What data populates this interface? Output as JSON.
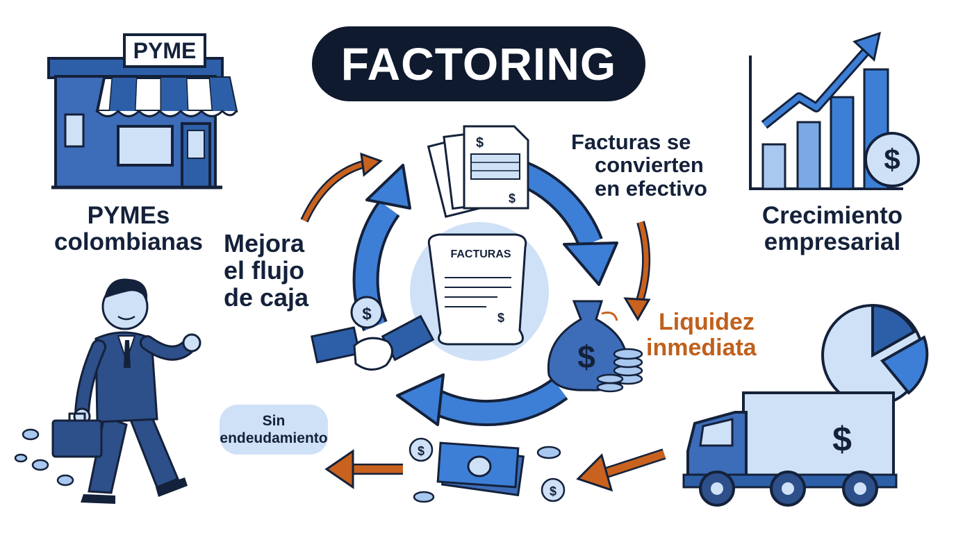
{
  "title": "FACTORING",
  "shop_sign": "PYME",
  "labels": {
    "pymes_line1": "PYMEs",
    "pymes_line2": "colombianas",
    "mejora_line1": "Mejora",
    "mejora_line2": "el flujo",
    "mejora_line3": "de caja",
    "facturas_line1": "Facturas se",
    "facturas_line2": "convierten",
    "facturas_line3": "en efectivo",
    "crecimiento_line1": "Crecimiento",
    "crecimiento_line2": "empresarial",
    "liquidez_line1": "Liquidez",
    "liquidez_line2": "inmediata",
    "sin_line1": "Sin",
    "sin_line2": "endeudamiento"
  },
  "scroll_title": "FACTURAS",
  "dollar_sign": "$",
  "colors": {
    "navy": "#14213a",
    "blue": "#3d7fd6",
    "light_blue": "#cfe1f7",
    "mid_blue": "#2d5fa8",
    "orange": "#c8621e",
    "orange_text": "#c0601c"
  }
}
